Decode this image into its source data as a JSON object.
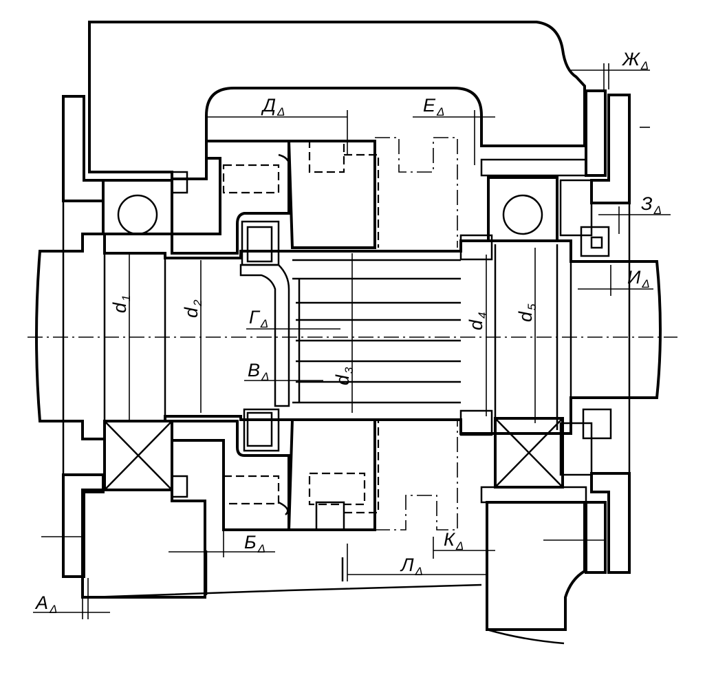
{
  "diameters": [
    {
      "id": "d1",
      "main": "d",
      "sub": "1"
    },
    {
      "id": "d2",
      "main": "d",
      "sub": "2"
    },
    {
      "id": "d3",
      "main": "d",
      "sub": "3"
    },
    {
      "id": "d4",
      "main": "d",
      "sub": "4"
    },
    {
      "id": "d5",
      "main": "d",
      "sub": "5"
    }
  ],
  "gaps": [
    {
      "id": "A",
      "main": "A",
      "sub": "Δ"
    },
    {
      "id": "B",
      "main": "Б",
      "sub": "Δ"
    },
    {
      "id": "V",
      "main": "В",
      "sub": "Δ"
    },
    {
      "id": "G",
      "main": "Г",
      "sub": "Δ"
    },
    {
      "id": "D",
      "main": "Д",
      "sub": "Δ"
    },
    {
      "id": "E",
      "main": "E",
      "sub": "Δ"
    },
    {
      "id": "Zh",
      "main": "Ж",
      "sub": "Δ"
    },
    {
      "id": "Z",
      "main": "З",
      "sub": "Δ"
    },
    {
      "id": "I",
      "main": "И",
      "sub": "Δ"
    },
    {
      "id": "K",
      "main": "К",
      "sub": "Δ"
    },
    {
      "id": "L",
      "main": "Л",
      "sub": "Δ"
    }
  ]
}
